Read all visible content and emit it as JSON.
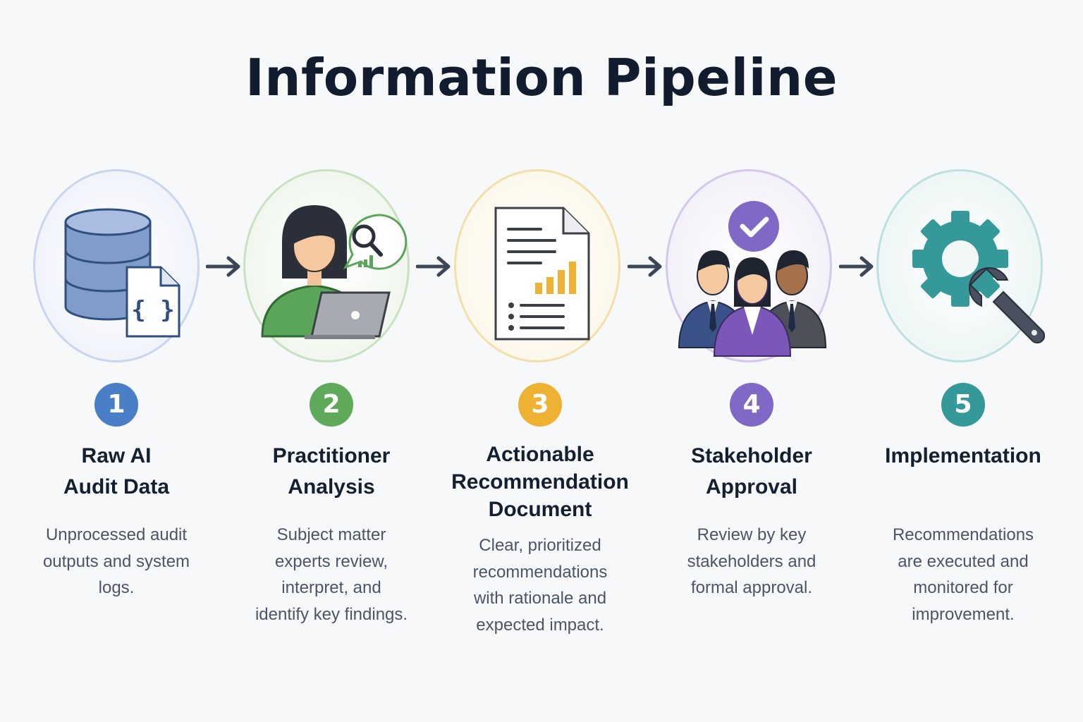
{
  "title": "Information Pipeline",
  "colors": {
    "blue": "#4a7fc8",
    "green": "#5fa95a",
    "amber": "#eeb233",
    "purple": "#8068c6",
    "teal": "#35999a"
  },
  "steps": [
    {
      "number": "1",
      "icon": "database-code-file-icon",
      "heading_lines": [
        "Raw AI",
        "Audit Data"
      ],
      "description_lines": [
        "Unprocessed audit",
        "outputs and system",
        "logs."
      ]
    },
    {
      "number": "2",
      "icon": "analyst-laptop-magnifier-icon",
      "heading_lines": [
        "Practitioner",
        "Analysis"
      ],
      "description_lines": [
        "Subject matter",
        "experts review,",
        "interpret, and",
        "identify key findings."
      ]
    },
    {
      "number": "3",
      "icon": "report-document-chart-icon",
      "heading_lines": [
        "Actionable",
        "Recommendation",
        "Document"
      ],
      "description_lines": [
        "Clear, prioritized",
        "recommendations",
        "with rationale and",
        "expected impact."
      ]
    },
    {
      "number": "4",
      "icon": "stakeholders-checkmark-icon",
      "heading_lines": [
        "Stakeholder",
        "Approval"
      ],
      "description_lines": [
        "Review by key",
        "stakeholders and",
        "formal approval."
      ]
    },
    {
      "number": "5",
      "icon": "gear-wrench-icon",
      "heading_lines": [
        "Implementation"
      ],
      "description_lines": [
        "Recommendations",
        "are executed and",
        "monitored for",
        "improvement."
      ]
    }
  ]
}
